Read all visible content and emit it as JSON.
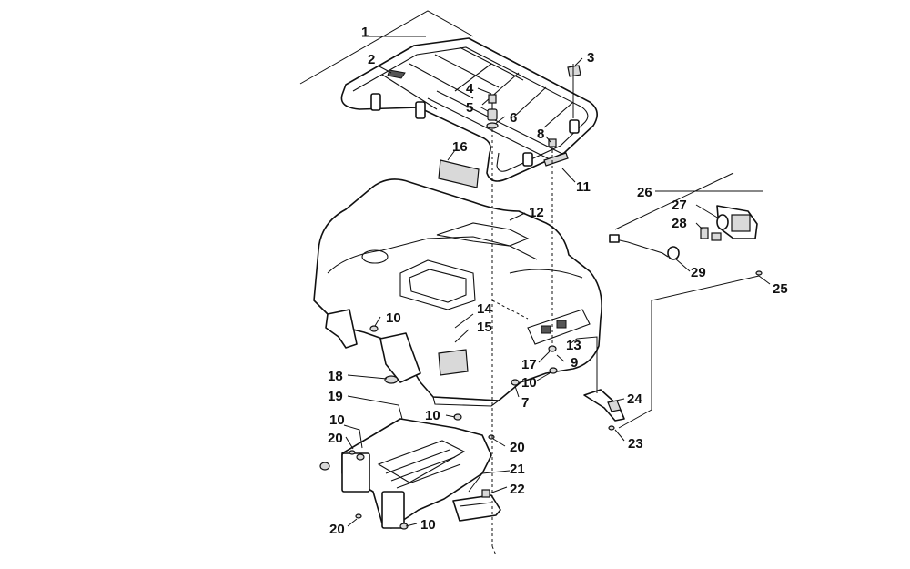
{
  "diagram": {
    "callouts": [
      {
        "id": "c1",
        "text": "1"
      },
      {
        "id": "c2",
        "text": "2"
      },
      {
        "id": "c3",
        "text": "3"
      },
      {
        "id": "c4",
        "text": "4"
      },
      {
        "id": "c5",
        "text": "5"
      },
      {
        "id": "c6",
        "text": "6"
      },
      {
        "id": "c8",
        "text": "8"
      },
      {
        "id": "c11",
        "text": "11"
      },
      {
        "id": "c16",
        "text": "16"
      },
      {
        "id": "c12",
        "text": "12"
      },
      {
        "id": "c26",
        "text": "26"
      },
      {
        "id": "c27",
        "text": "27"
      },
      {
        "id": "c28",
        "text": "28"
      },
      {
        "id": "c29",
        "text": "29"
      },
      {
        "id": "c25",
        "text": "25"
      },
      {
        "id": "c10a",
        "text": "10"
      },
      {
        "id": "c14",
        "text": "14"
      },
      {
        "id": "c15",
        "text": "15"
      },
      {
        "id": "c13",
        "text": "13"
      },
      {
        "id": "c17",
        "text": "17"
      },
      {
        "id": "c9",
        "text": "9"
      },
      {
        "id": "c10b",
        "text": "10"
      },
      {
        "id": "c7",
        "text": "7"
      },
      {
        "id": "c18",
        "text": "18"
      },
      {
        "id": "c19",
        "text": "19"
      },
      {
        "id": "c10c",
        "text": "10"
      },
      {
        "id": "c24",
        "text": "24"
      },
      {
        "id": "c10d",
        "text": "10"
      },
      {
        "id": "c20a",
        "text": "20"
      },
      {
        "id": "c20b",
        "text": "20"
      },
      {
        "id": "c23",
        "text": "23"
      },
      {
        "id": "c21",
        "text": "21"
      },
      {
        "id": "c22",
        "text": "22"
      },
      {
        "id": "c20c",
        "text": "20"
      },
      {
        "id": "c10e",
        "text": "10"
      }
    ]
  }
}
